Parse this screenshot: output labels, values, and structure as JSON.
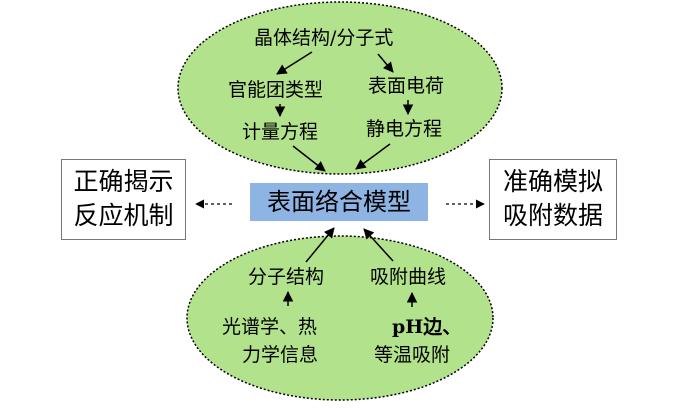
{
  "top_ellipse": {
    "title": "晶体结构/分子式",
    "left_upper": "官能团类型",
    "left_lower": "计量方程",
    "right_upper": "表面电荷",
    "right_lower": "静电方程"
  },
  "center": {
    "label": "表面络合模型"
  },
  "left_box": {
    "line1": "正确揭示",
    "line2": "反应机制"
  },
  "right_box": {
    "line1": "准确模拟",
    "line2": "吸附数据"
  },
  "bottom_ellipse": {
    "left_top": "分子结构",
    "left_line1": "光谱学、热",
    "left_line2": "力学信息",
    "right_top": "吸附曲线",
    "right_line1": "pH边、",
    "right_line2": "等温吸附"
  },
  "colors": {
    "ellipse_fill": "#b3e28c",
    "center_fill": "#8eb4e3"
  }
}
